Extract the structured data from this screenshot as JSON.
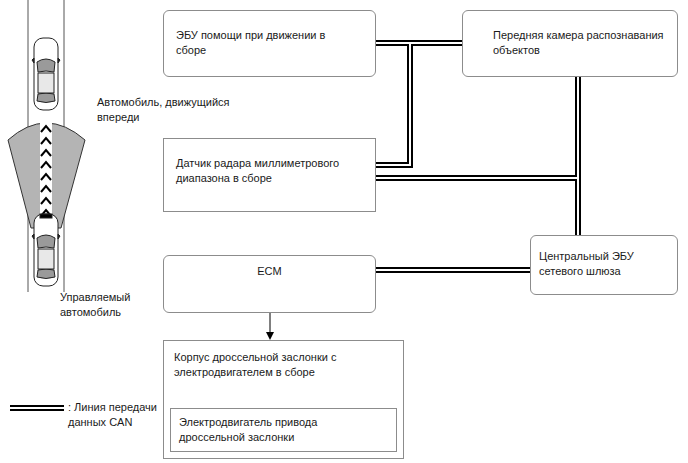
{
  "diagram": {
    "nodes": [
      {
        "text": [
          "ЭБУ помощи при движении в сборе"
        ]
      },
      {
        "text": [
          "Передняя камера распознавания объектов"
        ]
      },
      {
        "text": [
          "Датчик радара миллиметрового диапазона в сборе"
        ]
      },
      {
        "text": [
          "ECM"
        ]
      },
      {
        "text": [
          "Центральный ЭБУ сетевого шлюза"
        ]
      },
      {
        "text": [
          "Корпус дроссельной заслонки с электродвигателем в сборе"
        ]
      },
      {
        "text": [
          "Электродвигатель привода дроссельной заслонки"
        ],
        "in": 5
      }
    ],
    "edges": [
      {
        "from": 0,
        "to": 1,
        "arrow": "none"
      },
      {
        "from": 0,
        "to": 2,
        "arrow": "none"
      },
      {
        "from": 1,
        "to": 4,
        "arrow": "none"
      },
      {
        "from": 2,
        "to": 4,
        "arrow": "none"
      },
      {
        "from": 3,
        "to": 4,
        "arrow": "none"
      },
      {
        "from": 3,
        "to": 5,
        "arrow": "to"
      }
    ],
    "labels": [
      "Автомобиль, движущийся впереди",
      "Управляемый автомобиль"
    ],
    "legend": [
      {
        "text": ": Линия передачи данных CAN"
      }
    ]
  }
}
